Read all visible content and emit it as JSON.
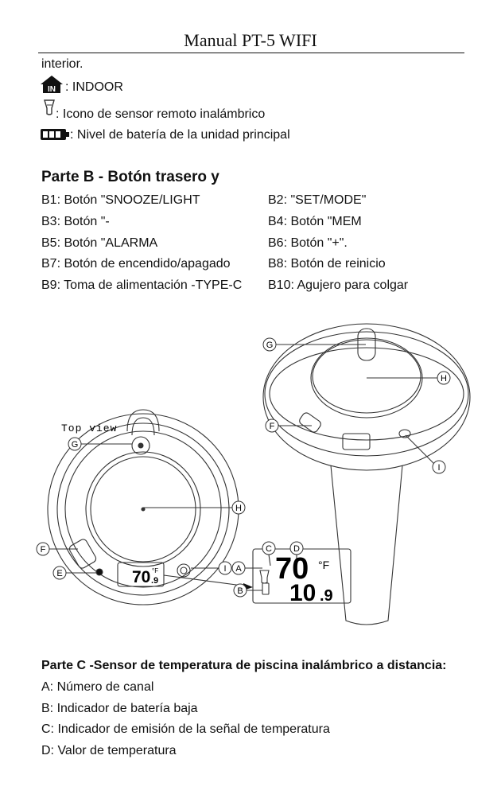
{
  "header": {
    "title": "Manual PT-5 WIFI"
  },
  "intro": {
    "continued_word": "interior.",
    "indoor_icon_text": "IN",
    "indoor_label": ":    INDOOR",
    "sensor_label": ": Icono de sensor remoto inalámbrico",
    "battery_label": ": Nivel de batería de la unidad principal"
  },
  "part_b": {
    "title": "Parte B - Botón trasero y",
    "items_left": [
      "B1: Botón \"SNOOZE/LIGHT",
      "B3: Botón \"-",
      "B5: Botón \"ALARMA",
      "B7: Botón de encendido/apagado",
      "B9: Toma de alimentación -TYPE-C"
    ],
    "items_right": [
      "B2: \"SET/MODE\"",
      "B4: Botón \"MEM",
      "B6: Botón \"+\".",
      "B8: Botón de reinicio",
      "B10: Agujero para colgar"
    ]
  },
  "diagram": {
    "top_view_label": "Top view",
    "callouts": {
      "a": "A",
      "b": "B",
      "c": "C",
      "d": "D",
      "e": "E",
      "f": "F",
      "g": "G",
      "h": "H",
      "i": "I"
    },
    "small_lcd": {
      "temp_int": "70",
      "temp_dec": ".9",
      "unit": "°F"
    },
    "large_lcd": {
      "temp_top": "70",
      "temp_bottom": "10",
      "temp_dec": ".9",
      "unit": "°F"
    }
  },
  "part_c": {
    "title": "Parte C -Sensor de temperatura de piscina inalámbrico a distancia:",
    "items": [
      "A: Número de canal",
      "B: Indicador de batería baja",
      "C: Indicador de emisión de la señal de temperatura",
      "D: Valor de temperatura"
    ]
  }
}
